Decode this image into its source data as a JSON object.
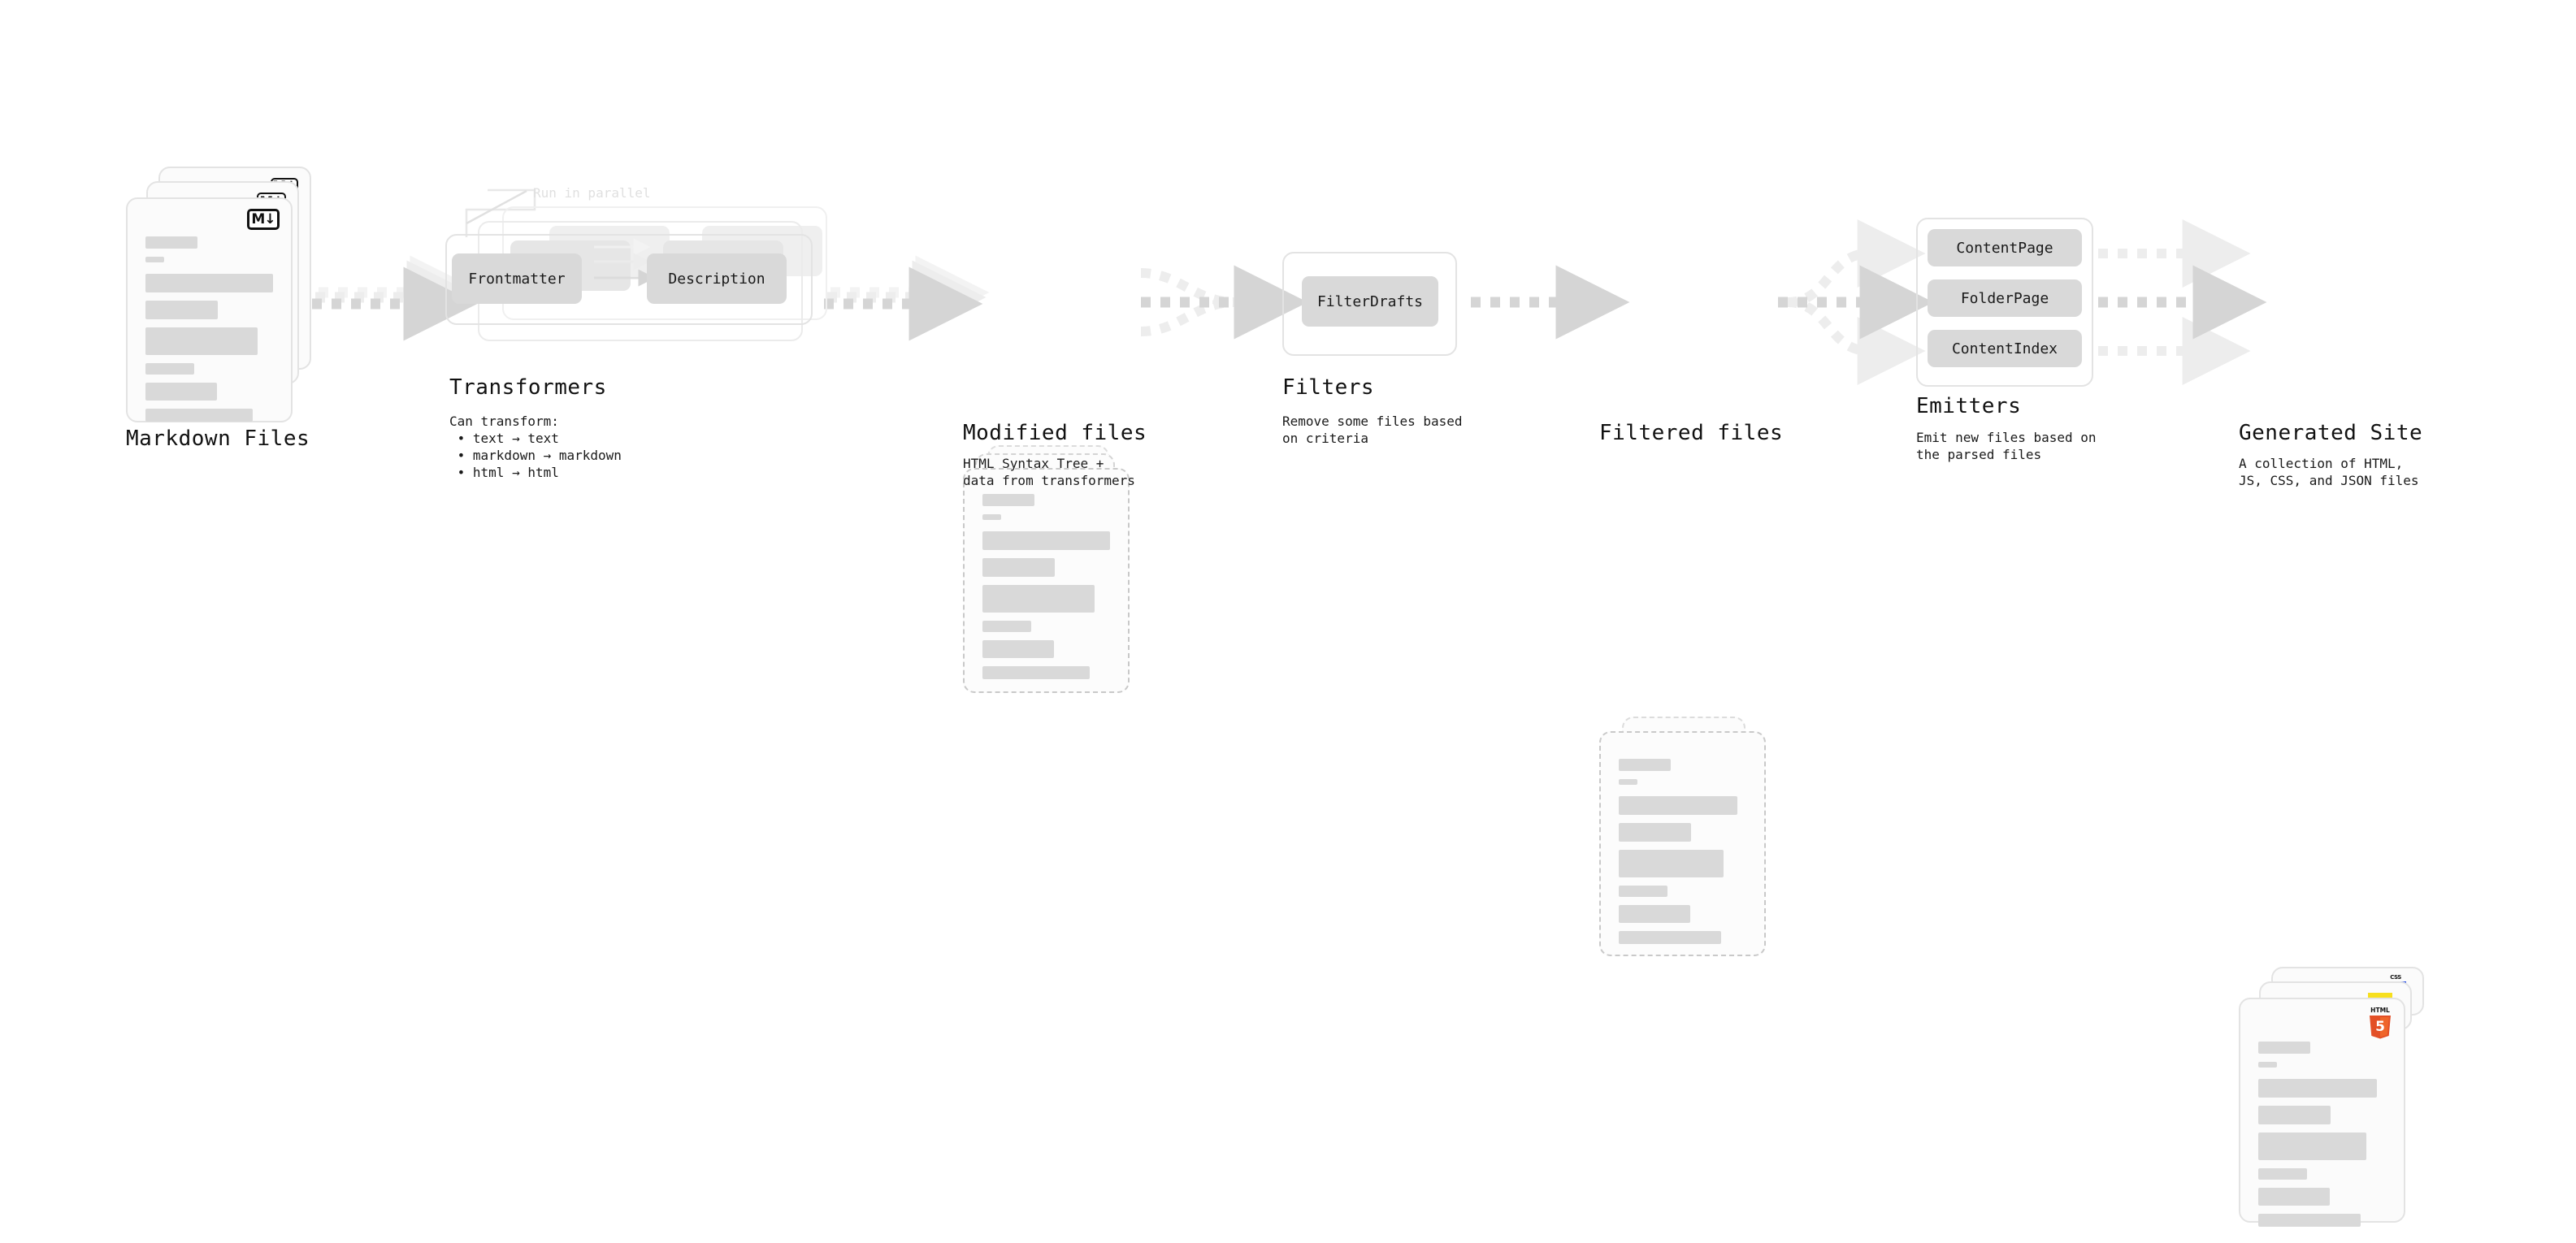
{
  "diagram": {
    "title_font_color": "#111111",
    "accent_colors": {
      "skeleton": "#d9d9d9",
      "card_border": "#e3e3e3",
      "arrow": "#d5d5d5",
      "arrow_faint": "#ededed",
      "markdown_badge": "#111111",
      "html5_orange": "#e34f26",
      "js_yellow": "#f7df1e",
      "css_blue": "#264de4"
    }
  },
  "stages": [
    {
      "id": "markdown-files",
      "title": "Markdown Files",
      "subtitle": "",
      "badge": "markdown-icon",
      "badge_label": "M"
    },
    {
      "id": "transformers",
      "title": "Transformers",
      "subtitle": "Can transform:\n • text → text\n • markdown → markdown\n • html → html",
      "hint": "Run in parallel",
      "chips": [
        "Frontmatter",
        "Description"
      ]
    },
    {
      "id": "modified-files",
      "title": "Modified files",
      "subtitle": "HTML Syntax Tree +\ndata from transformers"
    },
    {
      "id": "filters",
      "title": "Filters",
      "subtitle": "Remove some files based\non criteria",
      "chips": [
        "FilterDrafts"
      ]
    },
    {
      "id": "filtered-files",
      "title": "Filtered files",
      "subtitle": ""
    },
    {
      "id": "emitters",
      "title": "Emitters",
      "subtitle": "Emit new files based on\nthe parsed files",
      "chips": [
        "ContentPage",
        "FolderPage",
        "ContentIndex"
      ]
    },
    {
      "id": "generated-site",
      "title": "Generated Site",
      "subtitle": "A collection of HTML,\nJS, CSS, and JSON files",
      "badges": [
        "html5-icon",
        "js-icon",
        "css-icon"
      ],
      "badge_labels": {
        "html5_word": "HTML",
        "html5_num": "5",
        "css_word": "CSS"
      }
    }
  ]
}
